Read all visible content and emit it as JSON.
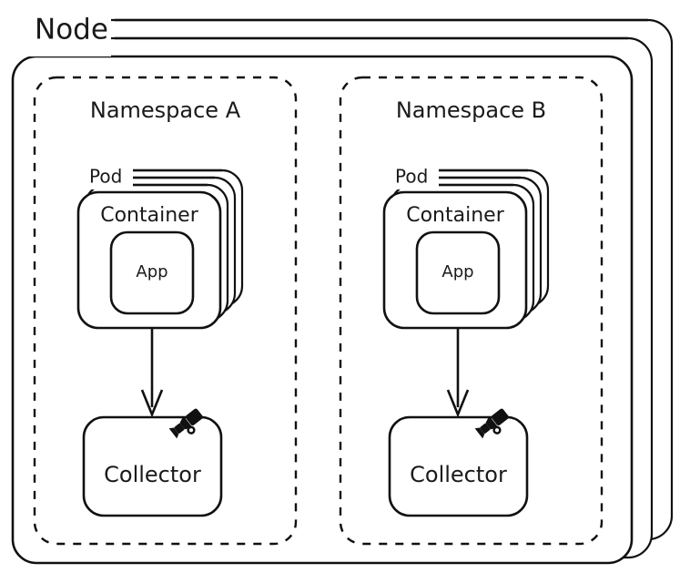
{
  "diagram": {
    "title": "Node",
    "node": {
      "label": "Node",
      "stack_count": 3
    },
    "namespaces": [
      {
        "id": "a",
        "label": "Namespace A",
        "pod": {
          "label": "Pod",
          "stack_count": 4,
          "container": {
            "label": "Container",
            "app": {
              "label": "App"
            }
          }
        },
        "collector": {
          "label": "Collector",
          "icon": "telescope-icon"
        },
        "edge": {
          "from": "container",
          "to": "collector",
          "style": "solid-arrow"
        }
      },
      {
        "id": "b",
        "label": "Namespace B",
        "pod": {
          "label": "Pod",
          "stack_count": 4,
          "container": {
            "label": "Container",
            "app": {
              "label": "App"
            }
          }
        },
        "collector": {
          "label": "Collector",
          "icon": "telescope-icon"
        },
        "edge": {
          "from": "container",
          "to": "collector",
          "style": "solid-arrow"
        }
      }
    ],
    "colors": {
      "stroke": "#111111",
      "fill": "#ffffff",
      "text": "#1a1a1a"
    }
  }
}
